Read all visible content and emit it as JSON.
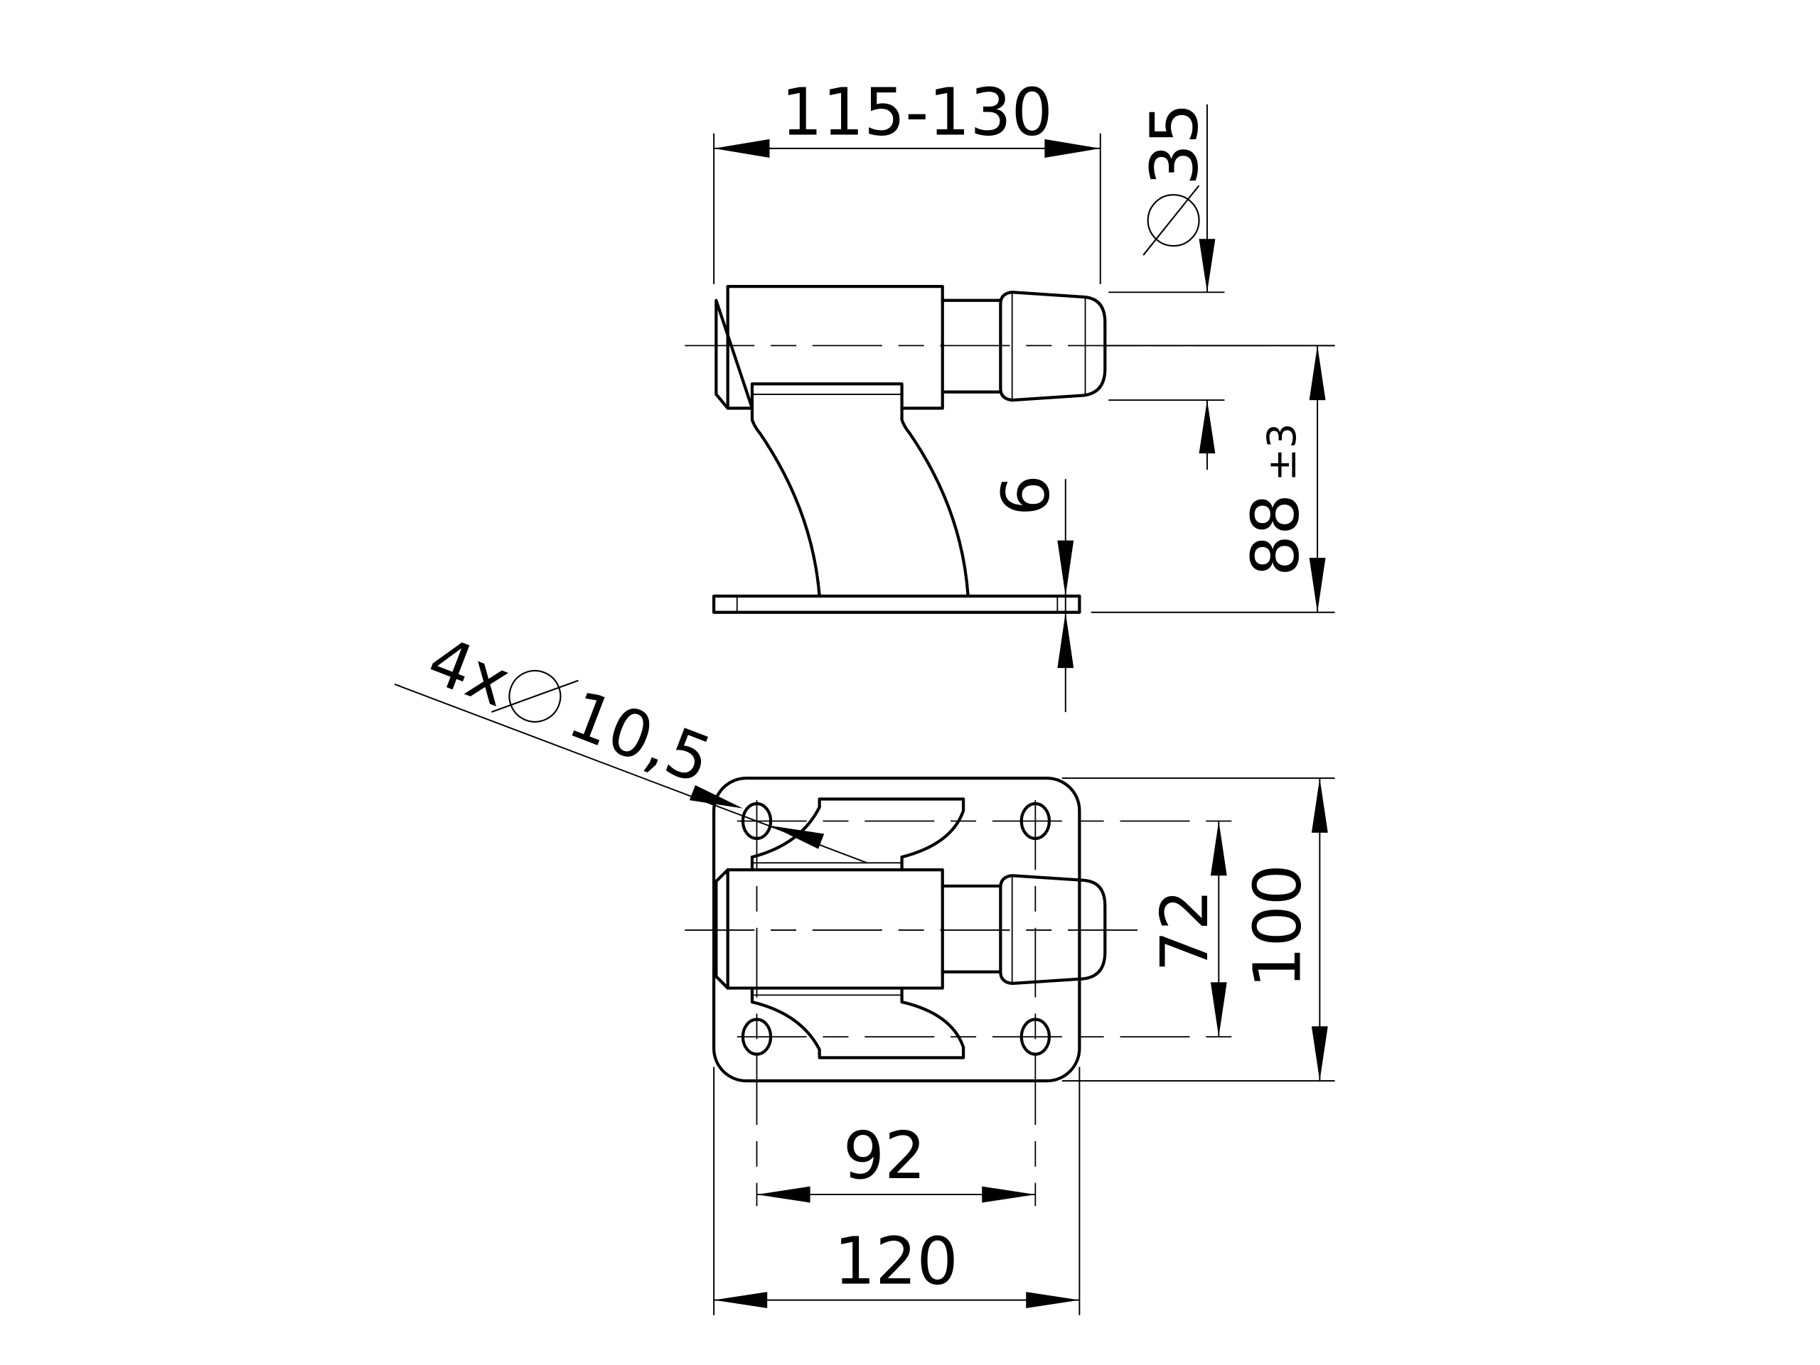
{
  "drawing": {
    "type": "technical-drawing",
    "subject": "door stop / gate holder",
    "views": [
      "front-view",
      "top-view"
    ],
    "line_color": "#000000",
    "background": "#ffffff"
  },
  "dimensions": {
    "length_range": "115-130",
    "bumper_diameter": "35",
    "bumper_diameter_symbol": "⌀",
    "height": "88",
    "height_tolerance": "±3",
    "plate_thickness": "6",
    "hole_callout_count": "4x",
    "hole_diameter": "10,5",
    "hole_spacing_vertical": "72",
    "plate_height": "100",
    "hole_spacing_horizontal": "92",
    "plate_width": "120"
  }
}
